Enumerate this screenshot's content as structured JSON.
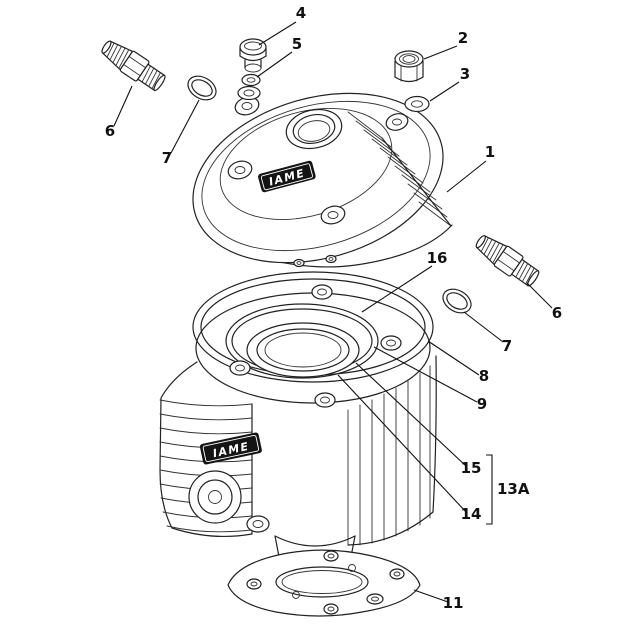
{
  "brand": "IAME",
  "callouts": {
    "n1": "1",
    "n2": "2",
    "n3": "3",
    "n4": "4",
    "n5": "5",
    "n6_left": "6",
    "n6_right": "6",
    "n7_left": "7",
    "n7_right": "7",
    "n8": "8",
    "n9": "9",
    "n11": "11",
    "n13a": "13A",
    "n14": "14",
    "n15": "15",
    "n16": "16"
  }
}
